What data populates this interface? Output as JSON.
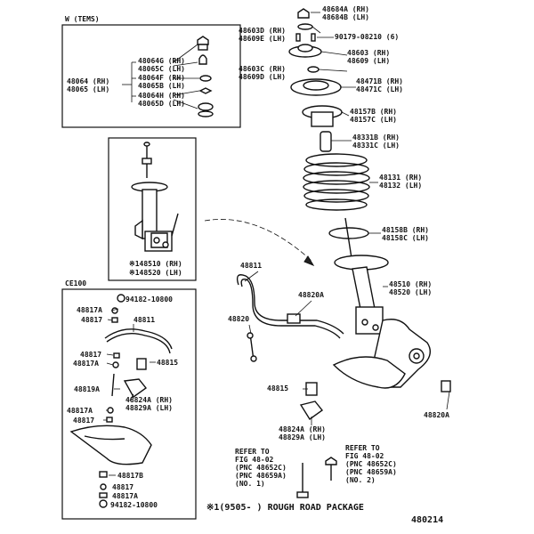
{
  "panels": {
    "tems_box_title": "W (TEMS)",
    "ce100_box_title": "CE100",
    "strut_box": {
      "label_1": "※148510 (RH)",
      "label_2": "※148520 (LH)"
    }
  },
  "labels": {
    "tems": [
      "48064G (RH)",
      "48065C (LH)",
      "48064F (RH)",
      "48065B (LH)",
      "48064H (RH)",
      "48065D (LH)",
      "48064 (RH)",
      "48065 (LH)"
    ],
    "main": {
      "l48684": [
        "48684A (RH)",
        "48684B (LH)"
      ],
      "l48603d": [
        "48603D (RH)",
        "48609E (LH)"
      ],
      "l90179": "90179-08210 (6)",
      "l48603": [
        "48603 (RH)",
        "48609 (LH)"
      ],
      "l48603c": [
        "48603C (RH)",
        "48609D (LH)"
      ],
      "l48471": [
        "48471B (RH)",
        "48471C (LH)"
      ],
      "l48157": [
        "48157B (RH)",
        "48157C (LH)"
      ],
      "l48331": [
        "48331B (RH)",
        "48331C (LH)"
      ],
      "l48131": [
        "48131 (RH)",
        "48132 (LH)"
      ],
      "l48158": [
        "48158B (RH)",
        "48158C (LH)"
      ],
      "l48510": [
        "48510 (RH)",
        "48520 (LH)"
      ],
      "l48811": "48811",
      "l48820a_top": "48820A",
      "l48820": "48820",
      "l48815": "48815",
      "l48820a_right": "48820A",
      "l48824": [
        "48824A (RH)",
        "48829A (LH)"
      ],
      "refer1": [
        "REFER TO",
        "FIG 48-02",
        "(PNC 48652C)",
        "(PNC 48659A)",
        "(NO. 1)"
      ],
      "refer2": [
        "REFER TO",
        "FIG 48-02",
        "(PNC 48652C)",
        "(PNC 48659A)",
        "(NO. 2)"
      ]
    },
    "ce100": {
      "l94182_top": "94182-10800",
      "l48817a_1": "48817A",
      "l48817_1": "48817",
      "l48811": "48811",
      "l48817_2": "48817",
      "l48817a_2": "48817A",
      "l48815": "48815",
      "l48819a": "48819A",
      "l48824": [
        "48824A (RH)",
        "48829A (LH)"
      ],
      "l48817a_3": "48817A",
      "l48817_3": "48817",
      "l48817b": "48817B",
      "l48817_4": "48817",
      "l48817a_4": "48817A",
      "l94182_bot": "94182-10800"
    }
  },
  "footer": {
    "note": "※1(9505-      ) ROUGH  ROAD  PACKAGE",
    "drawing_number": "480214"
  }
}
